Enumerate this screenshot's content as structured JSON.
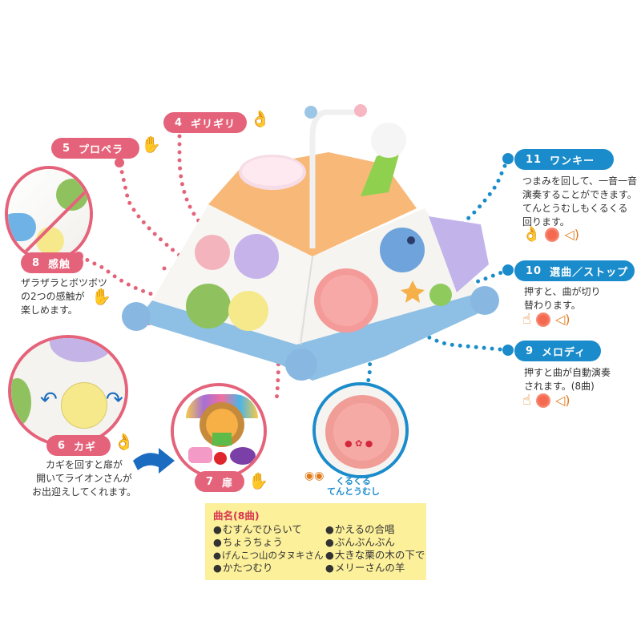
{
  "features": {
    "f4": {
      "num": "4",
      "name": "ギリギリ",
      "action_icon": "ok-hand-icon"
    },
    "f5": {
      "num": "5",
      "name": "プロペラ",
      "action_icon": "open-hand-icon"
    },
    "f6": {
      "num": "6",
      "name": "カギ",
      "action_icon": "ok-hand-icon",
      "desc": [
        "カギを回すと扉が",
        "開いてライオンさんが",
        "お出迎えしてくれます。"
      ]
    },
    "f7": {
      "num": "7",
      "name": "扉",
      "action_icon": "raised-hand-icon"
    },
    "f8": {
      "num": "8",
      "name": "感触",
      "action_icon": "open-hand-icon",
      "desc": [
        "ザラザラとボツボツ",
        "の2つの感触が",
        "楽しめます。"
      ]
    },
    "f9": {
      "num": "9",
      "name": "メロディ",
      "desc": [
        "押すと曲が自動演奏",
        "されます。(8曲)"
      ],
      "icons": [
        "pointing-finger-icon",
        "light-icon",
        "sound-icon"
      ]
    },
    "f10": {
      "num": "10",
      "name": "選曲／ストップ",
      "desc": [
        "押すと、曲が切り",
        "替わります。"
      ],
      "icons": [
        "pointing-finger-icon",
        "light-icon",
        "sound-icon"
      ]
    },
    "f11": {
      "num": "11",
      "name": "ワンキー",
      "desc": [
        "つまみを回して、一音一音",
        "演奏することができます。",
        "てんとうむしもくるくる",
        "回ります。"
      ],
      "icons": [
        "ok-hand-icon",
        "light-icon",
        "sound-icon"
      ]
    }
  },
  "caption": {
    "ladybug": [
      "くるくる",
      "てんとうむし"
    ]
  },
  "songs": {
    "title": "曲名(8曲)",
    "left": [
      "むすんでひらいて",
      "ちょうちょう",
      "げんこつ山のタヌキさん",
      "かたつむり"
    ],
    "right": [
      "かえるの合唱",
      "ぶんぶんぶん",
      "大きな栗の木の下で",
      "メリーさんの羊"
    ]
  },
  "colors": {
    "pink_label": "#e5637a",
    "blue_label": "#1b8ccb",
    "song_box": "#fcf09a",
    "song_title": "#d6344f",
    "icon_orange": "#e07a1a"
  }
}
